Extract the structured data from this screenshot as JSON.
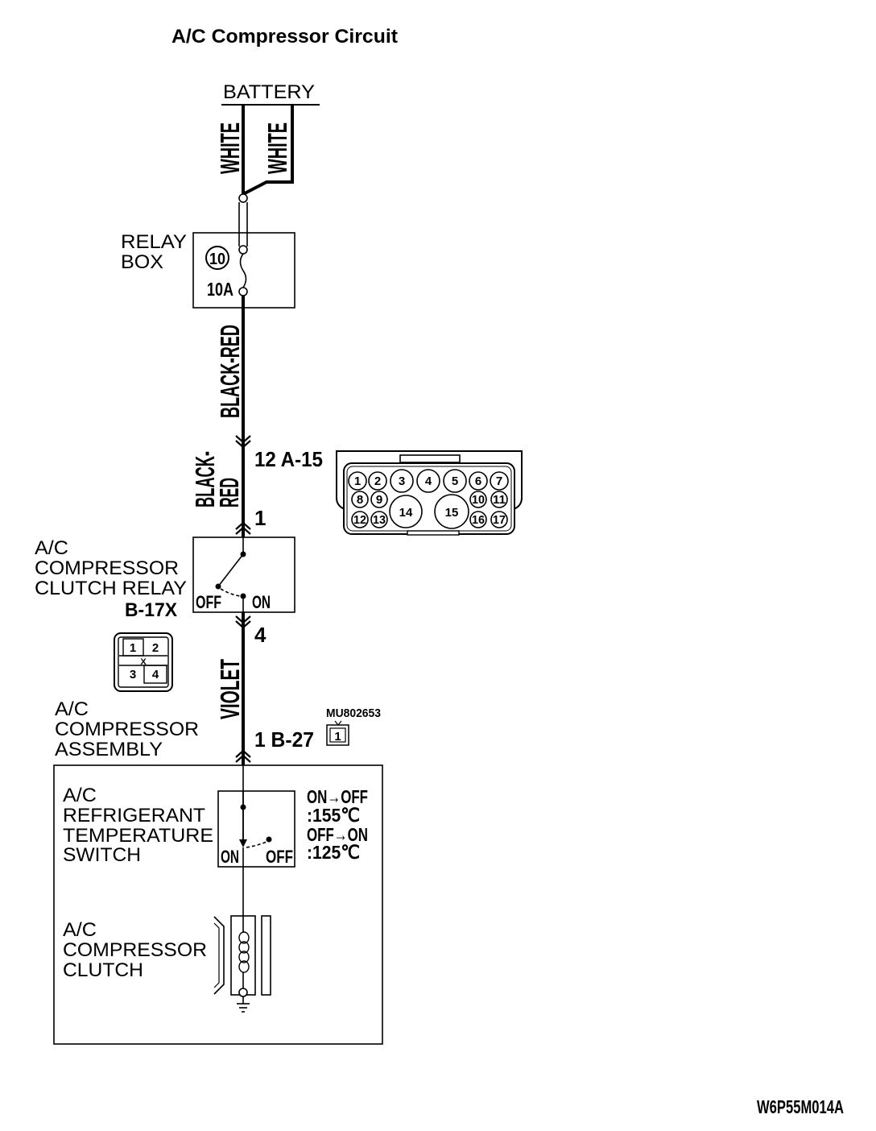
{
  "title": "A/C Compressor Circuit",
  "battery": {
    "label": "BATTERY",
    "wire_left_color": "WHITE",
    "wire_right_color": "WHITE"
  },
  "relay_box": {
    "label_line1": "RELAY",
    "label_line2": "BOX",
    "fuse_number": "10",
    "fuse_rating": "10A",
    "output_wire_color": "BLACK-RED"
  },
  "connector_a15": {
    "pin_label": "12 A-15",
    "pins": [
      "1",
      "2",
      "3",
      "4",
      "5",
      "6",
      "7",
      "8",
      "9",
      "10",
      "11",
      "12",
      "13",
      "14",
      "15",
      "16",
      "17"
    ]
  },
  "clutch_relay": {
    "input_wire_color_line1": "BLACK-",
    "input_wire_color_line2": "RED",
    "input_pin": "1",
    "label": [
      "A/C",
      "COMPRESSOR",
      "CLUTCH RELAY"
    ],
    "connector_id": "B-17X",
    "off_label": "OFF",
    "on_label": "ON",
    "output_pin": "4",
    "connector_pins": [
      "1",
      "2",
      "3",
      "4"
    ],
    "connector_key": "X",
    "output_wire_color": "VIOLET"
  },
  "compressor_assembly": {
    "label": [
      "A/C",
      "COMPRESSOR",
      "ASSEMBLY"
    ],
    "pin_label": "1 B-27",
    "connector_part_number": "MU802653",
    "connector_pin": "1"
  },
  "temperature_switch": {
    "label": [
      "A/C",
      "REFRIGERANT",
      "TEMPERATURE",
      "SWITCH"
    ],
    "on_label": "ON",
    "off_label": "OFF",
    "spec": [
      "ON→OFF",
      ":155℃",
      "OFF→ON",
      ":125℃"
    ]
  },
  "compressor_clutch": {
    "label": [
      "A/C",
      "COMPRESSOR",
      "CLUTCH"
    ]
  },
  "figure_code": "W6P55M014A"
}
